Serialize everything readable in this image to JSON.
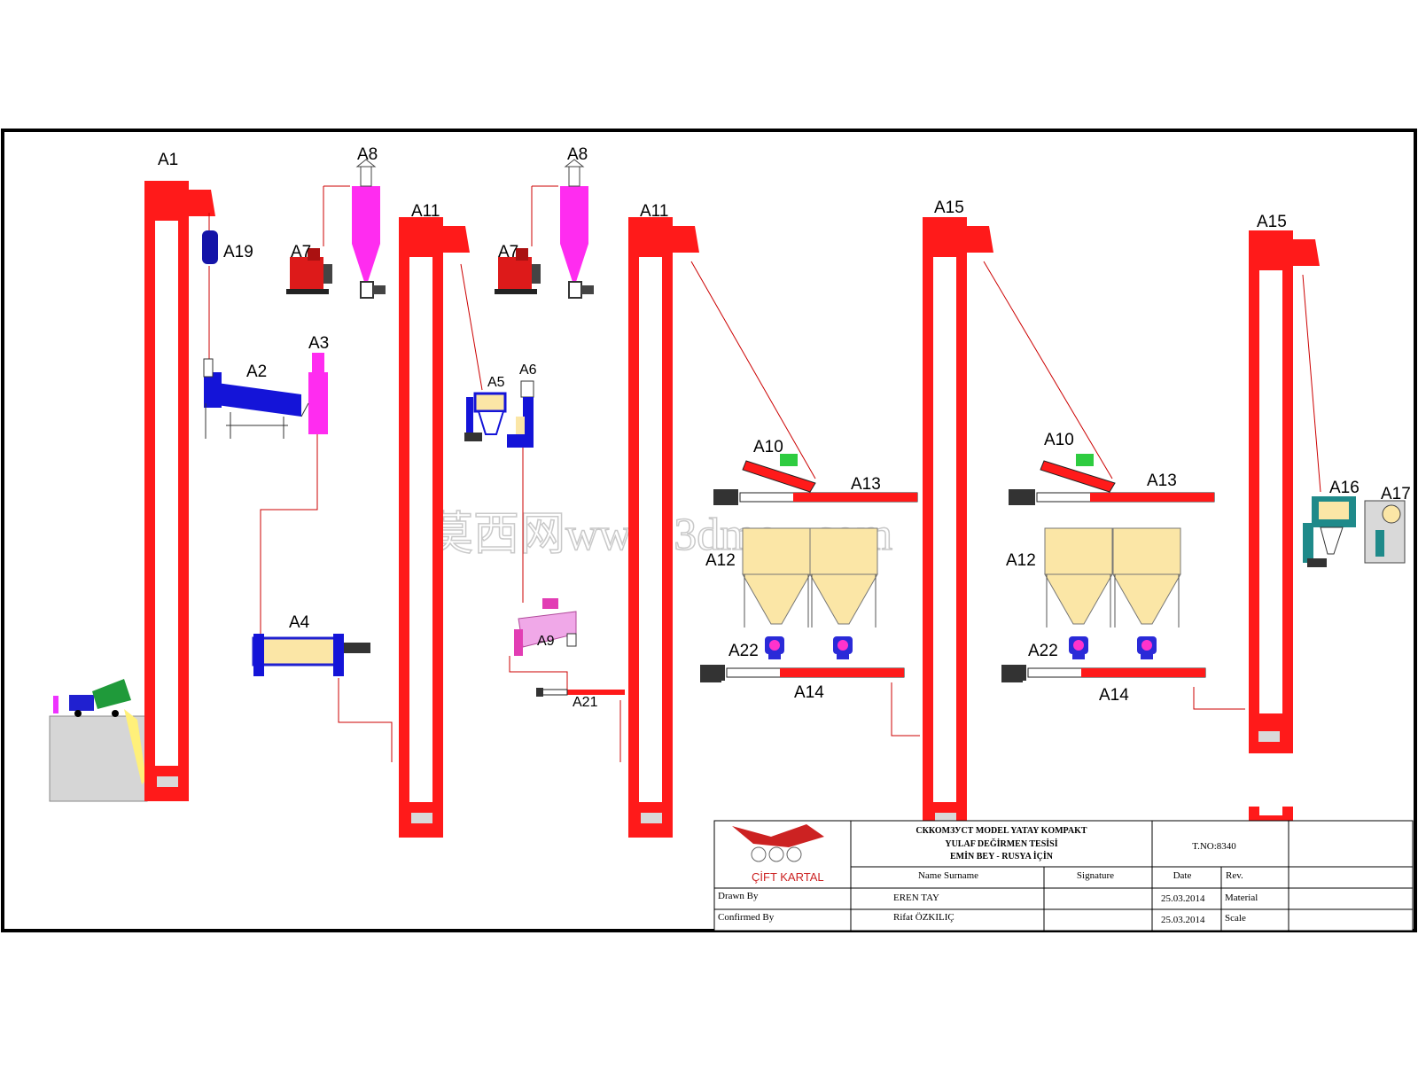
{
  "labels": {
    "a1": "A1",
    "a19": "A19",
    "a2": "A2",
    "a3": "A3",
    "a4": "A4",
    "a7_left": "A7",
    "a8_left": "A8",
    "a11_left": "A11",
    "a7_right": "A7",
    "a8_right": "A8",
    "a5": "A5",
    "a6": "A6",
    "a9": "A9",
    "a21": "A21",
    "a11_right": "A11",
    "a10_left": "A10",
    "a13_left": "A13",
    "a12_left": "A12",
    "a22_left": "A22",
    "a14_left": "A14",
    "a15_left": "A15",
    "a10_right": "A10",
    "a13_right": "A13",
    "a12_right": "A12",
    "a22_right": "A22",
    "a14_right": "A14",
    "a15_right": "A15",
    "a16": "A16",
    "a17": "A17"
  },
  "watermark": "莫西网www.3dmox.com",
  "title_block": {
    "company": "ÇİFT KARTAL",
    "title_line1": "СККОМЗУСТ MODEL YATAY KOMPAKT",
    "title_line2": "YULAF DEĞİRMEN TESİSİ",
    "title_line3": "EMİN BEY - RUSYA İÇİN",
    "tno": "T.NO:8340",
    "col_name": "Name Surname",
    "col_signature": "Signature",
    "col_date": "Date",
    "col_rev": "Rev.",
    "row1_label": "Drawn By",
    "row1_name": "EREN TAY",
    "row1_date": "25.03.2014",
    "row1_extra": "Material",
    "row2_label": "Confirmed By",
    "row2_name": "Rifat ÖZKILIÇ",
    "row2_date": "25.03.2014",
    "row2_extra": "Scale"
  },
  "colors": {
    "elevator": "#ff1a1a",
    "sieve": "#1414d8",
    "cyclone": "#ff2cf0",
    "silo": "#fbe6a6",
    "frame": "#000000"
  }
}
